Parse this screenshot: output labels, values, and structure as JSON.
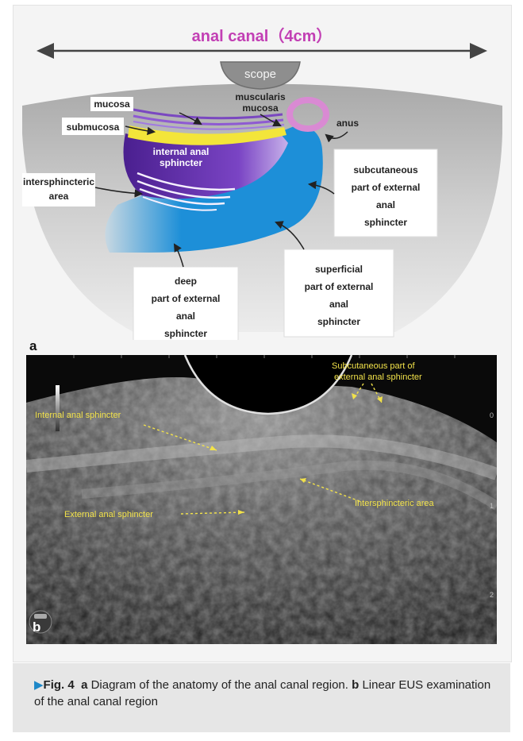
{
  "diagram": {
    "title": "anal canal（4cm）",
    "scope": "scope",
    "labels": {
      "mucosa": "mucosa",
      "muscularis_line1": "muscularis",
      "muscularis_line2": "mucosa",
      "anus": "anus",
      "submucosa": "submucosa",
      "internal_line1": "internal anal",
      "internal_line2": "sphincter",
      "intersphincteric_line1": "intersphincteric",
      "intersphincteric_line2": "area",
      "subcutaneous_line1": "subcutaneous",
      "subcutaneous_line2": "part of external",
      "subcutaneous_line3": "anal",
      "subcutaneous_line4": "sphincter",
      "superficial_line1": "superficial",
      "superficial_line2": "part of external",
      "superficial_line3": "anal",
      "superficial_line4": "sphincter",
      "deep_line1": "deep",
      "deep_line2": "part of external",
      "deep_line3": "anal",
      "deep_line4": "sphincter"
    },
    "panel_letter": "a",
    "colors": {
      "title": "#c23fb4",
      "external_sphincter": "#1d8fd8",
      "internal_sphincter": "#6a2fb2",
      "submucosa": "#f3e53a",
      "anus_ring": "#d98ad3",
      "background": "#bfbfbf"
    }
  },
  "ultrasound": {
    "labels": {
      "subcutaneous_line1": "Subcutaneous part of",
      "subcutaneous_line2": "external anal sphincter",
      "internal": "Internal anal sphincter",
      "intersphincteric": "Intersphincteric area",
      "external": "External anal sphincter"
    },
    "scale_marks": {
      "top": "0",
      "middle": "1",
      "bottom": "2"
    },
    "panel_letter": "b",
    "label_color": "#f2e24a"
  },
  "caption": {
    "fig_number": "Fig. 4",
    "part_a_letter": "a",
    "part_a_text": " Diagram of the anatomy of the anal canal region. ",
    "part_b_letter": "b",
    "part_b_text": " Linear EUS examination of the anal canal region"
  }
}
